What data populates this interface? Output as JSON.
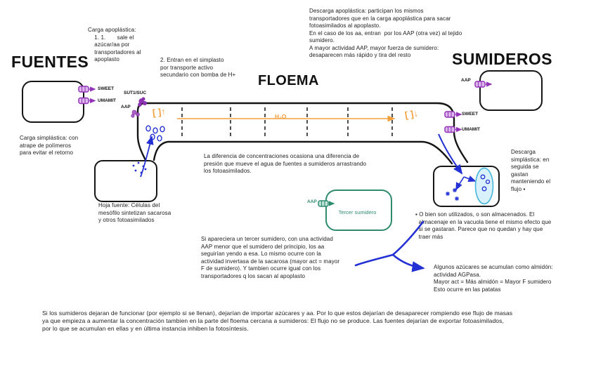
{
  "headings": {
    "fuentes": "FUENTES",
    "floema": "FLOEMA",
    "sumideros": "SUMIDEROS"
  },
  "notes": {
    "carga_apoplastica": "Carga apoplástica:\n    1. 1.       sale el\n    azúcar/aa por\n    transportadores al\n    apoplasto",
    "entrada_simplasto": "2. Entran en el simplasto\npor transporte activo\nsecundario con bomba de H+",
    "descarga_apoplastica": "Descarga apoplástica: participan los mismos\ntransportadores que en la carga apoplástica para sacar\nfotoasimilados al apoplasto.\nEn el caso de los aa, entran  por los AAP (otra vez) al tejido\nsumidero.\nA mayor actividad AAP, mayor fuerza de sumidero:\ndesaparecen más rápido y tira del resto",
    "carga_simplastica": "Carga simplástica: con\natrape de polímeros\npara evitar el retorno",
    "diferencia_presion": "La diferencia de concentraciones ocasiona una diferencia de\npresión que mueve el agua de fuentes a sumideros arrastrando\nlos fotoasimilados.",
    "hoja_fuente": "Hoja fuente: Células del\nmesófilo sintetizan sacarosa\ny otros fotoasimilados",
    "tercer_sumidero_nota": "Si apareciera un tercer sumidero, con una actividad\nAAP menor que el sumidero del principio, los aa\nseguirían yendo a esa. Lo mismo ocurre con la\nactividad invertasa de la sacarosa (mayor act = mayor\nF de sumidero). Y tambien ocurre igual con los\ntransportadores q los sacan al apoplasto",
    "descarga_simplastica": "Descarga\nsimplástica: en\nseguida se\ngastan\nmanteniendo el\nflujo ▪",
    "uso_almacen": "▪ O bien son utilizados, o son almacenados. El\n  almacenaje en la vacuola tiene el mismo efecto que\n  si se gastaran. Parece que no quedan y hay que\n  traer más",
    "almidon": "Algunos azúcares se acumulan como almidón:\nactividad AGPasa.\nMayor act = Más almidón = Mayor F sumidero\nEsto ocurre en las patatas",
    "conclusion": "Si los sumideros dejaran de funcionar (por ejemplo si se llenan), dejarían de importar azúcares y aa. Por lo que estos dejarían de desaparecer rompiendo ese flujo de masas\nya que empieza a aumentar la concentración tambien en la parte del floema cercana a sumideros: El flujo no se produce. Las fuentes dejarían de exportar fotoasimilados,\npor lo que se acumulan en ellas y en última instancia inhiben la fotosíntesis."
  },
  "transporters": {
    "sweet_fuente": "SWEET",
    "umamit_fuente": "UMAMIT",
    "sut1_suc": "SUT1/SUC",
    "aap_floema": "AAP",
    "sweet_sumidero": "SWEET",
    "umamit_sumidero": "UMAMIT",
    "aap_sumidero": "AAP",
    "aap_tercer": "AAP"
  },
  "annotations": {
    "h2o": "H₂O",
    "conc_alta": "[ ]↑",
    "conc_baja": "[ ]↓",
    "tercer_sumidero": "Tercer sumidero"
  },
  "colors": {
    "ink": "#151515",
    "purple": "#9333b8",
    "purple_fill": "#dcb8ec",
    "orange": "#f2a03d",
    "blue": "#2330d4",
    "green": "#2e8b6e",
    "vacuole_fill": "#d9f1fa",
    "vacuole_stroke": "#45b5da"
  }
}
